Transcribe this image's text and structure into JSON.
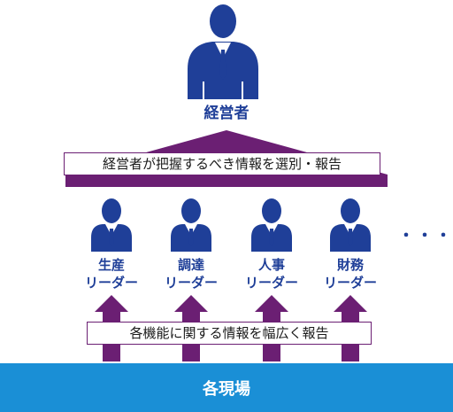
{
  "ceo": {
    "label": "経営者"
  },
  "top_banner": {
    "text": "経営者が把握するべき情報を選別・報告"
  },
  "leaders": [
    {
      "line1": "生産",
      "line2": "リーダー"
    },
    {
      "line1": "調達",
      "line2": "リーダー"
    },
    {
      "line1": "人事",
      "line2": "リーダー"
    },
    {
      "line1": "財務",
      "line2": "リーダー"
    }
  ],
  "ellipsis": "・・・",
  "mid_banner": {
    "text": "各機能に関する情報を幅広く報告"
  },
  "base": {
    "label": "各現場"
  },
  "colors": {
    "navy": "#1f3f98",
    "purple": "#6b1f73",
    "blue": "#1a8fd6"
  }
}
